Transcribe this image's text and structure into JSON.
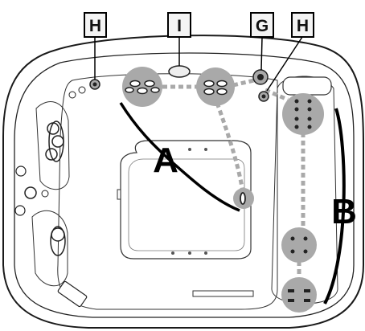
{
  "callouts": {
    "h_left": "H",
    "i": "I",
    "g": "G",
    "h_right": "H"
  },
  "zones": {
    "a": "A",
    "b": "B"
  },
  "colors": {
    "outline": "#1a1a1a",
    "jet_group_fill": "#a9a9a9",
    "connector": "#a9a9a9",
    "box_fill": "#f4f4f4"
  }
}
